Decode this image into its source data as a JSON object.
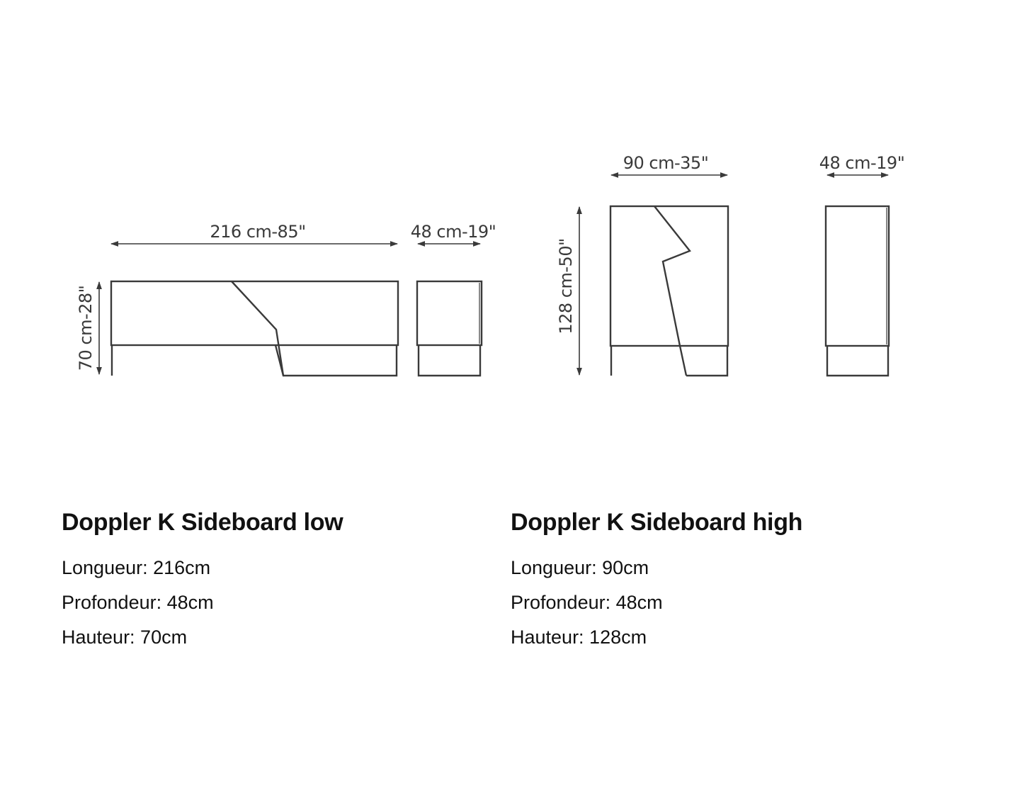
{
  "drawings": {
    "low_front_width": "216 cm-85\"",
    "low_side_depth": "48 cm-19\"",
    "low_height": "70 cm-28\"",
    "high_front_width": "90 cm-35\"",
    "high_side_depth": "48 cm-19\"",
    "high_height": "128 cm-50\""
  },
  "products": {
    "low": {
      "title": "Doppler K Sideboard low",
      "length": "Longueur: 216cm",
      "depth": "Profondeur: 48cm",
      "height": "Hauteur: 70cm"
    },
    "high": {
      "title": "Doppler K Sideboard high",
      "length": "Longueur: 90cm",
      "depth": "Profondeur: 48cm",
      "height": "Hauteur: 128cm"
    }
  }
}
